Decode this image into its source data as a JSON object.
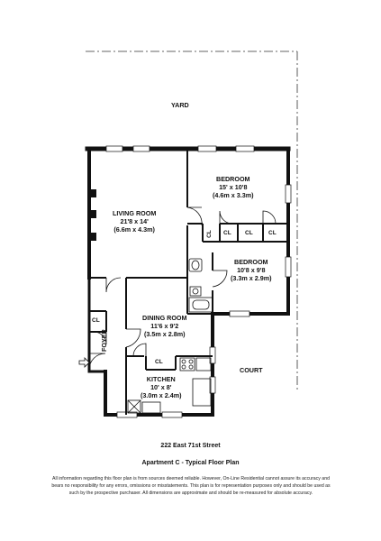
{
  "labels": {
    "yard": "YARD",
    "court": "COURT",
    "foyer": "FOYER"
  },
  "rooms": {
    "living": {
      "name": "LIVING ROOM",
      "dims": "21'8 x 14'",
      "metric": "(6.6m x 4.3m)"
    },
    "bedroom1": {
      "name": "BEDROOM",
      "dims": "15' x 10'8",
      "metric": "(4.6m x 3.3m)"
    },
    "bedroom2": {
      "name": "BEDROOM",
      "dims": "10'8 x 9'8",
      "metric": "(3.3m x 2.9m)"
    },
    "dining": {
      "name": "DINING ROOM",
      "dims": "11'6 x 9'2",
      "metric": "(3.5m x 2.8m)"
    },
    "kitchen": {
      "name": "KITCHEN",
      "dims": "10' x 8'",
      "metric": "(3.0m x 2.4m)"
    }
  },
  "closet_label": "CL",
  "footer": {
    "address": "222 East 71st Street",
    "subtitle": "Apartment C - Typical Floor Plan",
    "disclaimer": "All information regarding this floor plan is from sources deemed reliable.  However, On-Line Residential cannot assure its accuracy and bears no responsibility for any errors, omissions or misstatements.  This plan is for representation purposes only and should be used as such by the prospective purchaser.  All dimensions are approximate and should be re-measured for absolute accuracy."
  }
}
